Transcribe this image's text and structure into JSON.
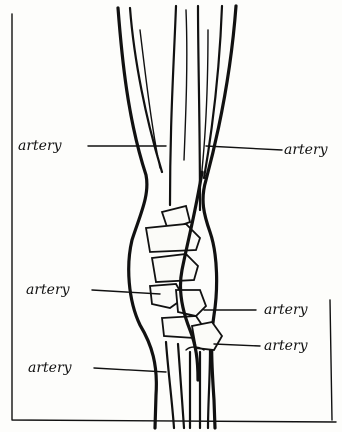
{
  "labels": {
    "upper_left": "artery",
    "upper_right": "artery",
    "middle_left": "artery",
    "middle_right": "artery",
    "lower_right": "artery",
    "lower_left": "artery"
  }
}
